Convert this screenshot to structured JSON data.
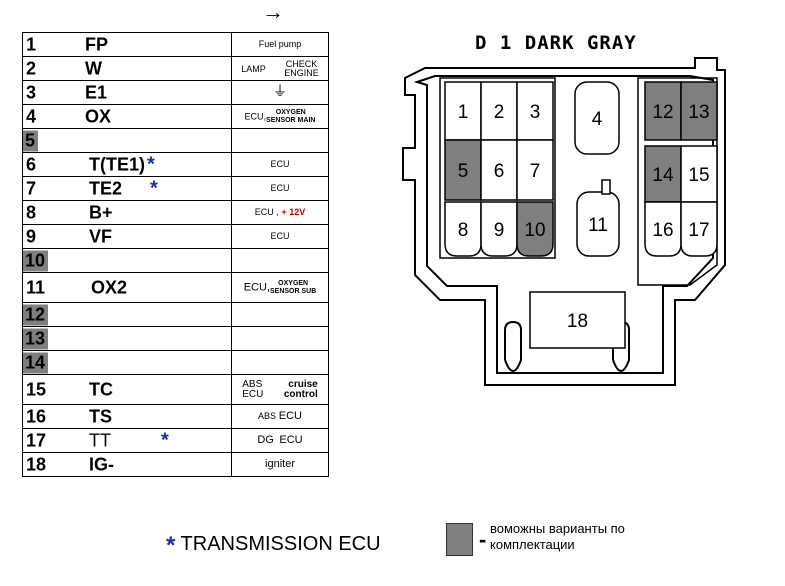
{
  "arrow": "→",
  "connector": {
    "title": "D 1 DARK GRAY",
    "gray_color": "#7f7f7f",
    "pins": [
      {
        "label": "1",
        "gray": false
      },
      {
        "label": "2",
        "gray": false
      },
      {
        "label": "3",
        "gray": false
      },
      {
        "label": "4",
        "gray": false
      },
      {
        "label": "5",
        "gray": true
      },
      {
        "label": "6",
        "gray": false
      },
      {
        "label": "7",
        "gray": false
      },
      {
        "label": "8",
        "gray": false
      },
      {
        "label": "9",
        "gray": false
      },
      {
        "label": "10",
        "gray": true
      },
      {
        "label": "11",
        "gray": false
      },
      {
        "label": "12",
        "gray": true
      },
      {
        "label": "13",
        "gray": true
      },
      {
        "label": "14",
        "gray": true
      },
      {
        "label": "15",
        "gray": false
      },
      {
        "label": "16",
        "gray": false
      },
      {
        "label": "17",
        "gray": false
      },
      {
        "label": "18",
        "gray": false
      }
    ]
  },
  "table": {
    "rows": [
      {
        "num": "1",
        "code": "FP",
        "star": false,
        "gray": false,
        "desc": "Fuel pump"
      },
      {
        "num": "2",
        "code": "W",
        "star": false,
        "gray": false,
        "desc_a": "LAMP",
        "desc_b1": "CHECK",
        "desc_b2": "ENGINE"
      },
      {
        "num": "3",
        "code": "E1",
        "star": false,
        "gray": false,
        "desc": "⏚"
      },
      {
        "num": "4",
        "code": "OX",
        "star": false,
        "gray": false,
        "desc_a": "ECU,",
        "desc_b1": "OXYGEN",
        "desc_b2": "SENSOR MAIN"
      },
      {
        "num": "5",
        "gray": true
      },
      {
        "num": "6",
        "code": "T(TE1)",
        "star": true,
        "gray": false,
        "desc": "ECU"
      },
      {
        "num": "7",
        "code": "TE2",
        "star": true,
        "gray": false,
        "desc": "ECU"
      },
      {
        "num": "8",
        "code": "B+",
        "star": false,
        "gray": false,
        "desc_a": "ECU ,",
        "desc_red": "+ 12V"
      },
      {
        "num": "9",
        "code": "VF",
        "star": false,
        "gray": false,
        "desc": "ECU"
      },
      {
        "num": "10",
        "gray": true
      },
      {
        "num": "11",
        "code": "OX2",
        "star": false,
        "gray": false,
        "desc_a": "ECU,",
        "desc_b1": "OXYGEN",
        "desc_b2": "SENSOR SUB"
      },
      {
        "num": "12",
        "gray": true
      },
      {
        "num": "13",
        "gray": true
      },
      {
        "num": "14",
        "gray": true
      },
      {
        "num": "15",
        "code": "TC",
        "star": false,
        "gray": false,
        "desc_c1a": "ABS",
        "desc_c1b": "ECU",
        "desc_c2a": "cruise",
        "desc_c2b": "control"
      },
      {
        "num": "16",
        "code": "TS",
        "star": false,
        "gray": false,
        "desc_a": "ABS",
        "desc_b": "ECU"
      },
      {
        "num": "17",
        "code": "TT",
        "star": true,
        "gray": false,
        "desc_a": "DG",
        "desc_b": "ECU"
      },
      {
        "num": "18",
        "code": "IG-",
        "star": false,
        "gray": false,
        "desc": "igniter"
      }
    ]
  },
  "legend": {
    "star_symbol": "*",
    "star_text": "TRANSMISSION ECU",
    "swatch_dash": "-",
    "swatch_text": "воможны варианты по комплектации"
  }
}
